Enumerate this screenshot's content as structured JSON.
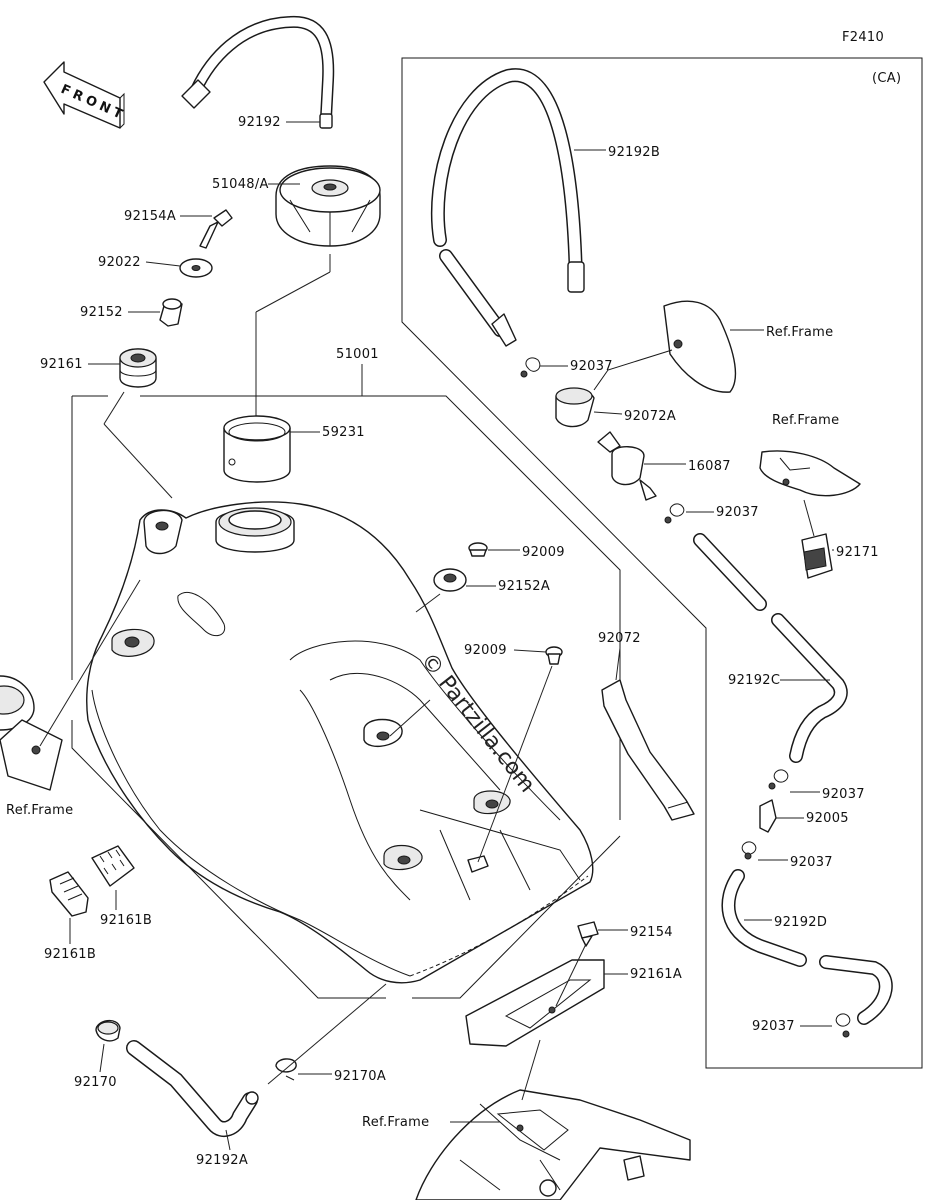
{
  "diagram_code": "F2410",
  "region_code": "(CA)",
  "front_label": "FRONT",
  "watermark": "© Partzilla.com",
  "labels": {
    "p92192": "92192",
    "p51048A": "51048/A",
    "p92154A": "92154A",
    "p92022": "92022",
    "p92152": "92152",
    "p92161": "92161",
    "p51001": "51001",
    "p59231": "59231",
    "p92009a": "92009",
    "p92152A": "92152A",
    "p92009b": "92009",
    "p92192B": "92192B",
    "refFrame1": "Ref.Frame",
    "p92037a": "92037",
    "p92072A": "92072A",
    "refFrame2": "Ref.Frame",
    "p16087": "16087",
    "p92037b": "92037",
    "p92171": "92171",
    "p92072": "92072",
    "p92192C": "92192C",
    "p92037c": "92037",
    "p92005": "92005",
    "p92037d": "92037",
    "p92192D": "92192D",
    "p92037e": "92037",
    "refFrame3": "Ref.Frame",
    "p92161B_a": "92161B",
    "p92161B_b": "92161B",
    "p92154": "92154",
    "p92161A": "92161A",
    "p92170": "92170",
    "p92170A": "92170A",
    "p92192A": "92192A",
    "refFrame4": "Ref.Frame"
  }
}
